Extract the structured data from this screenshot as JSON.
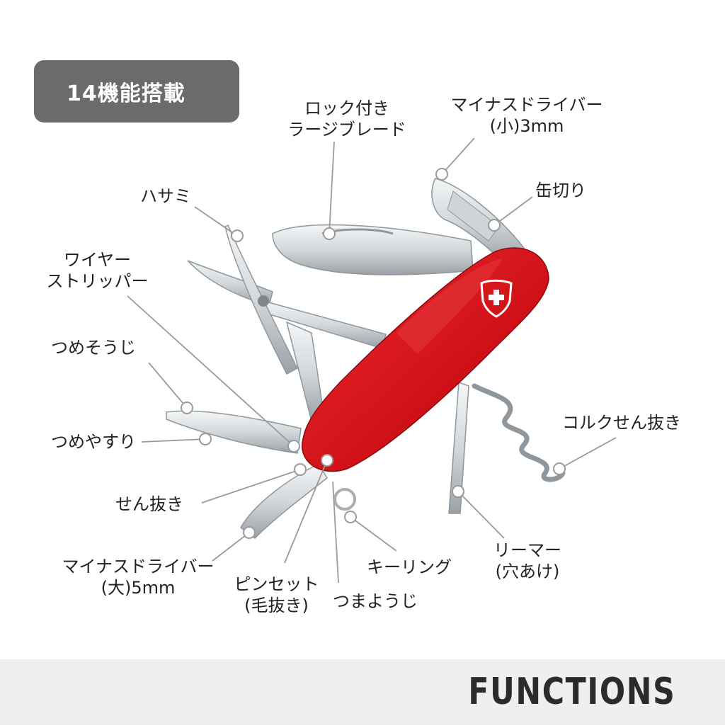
{
  "badge": {
    "text": "14機能搭載"
  },
  "colors": {
    "handle": "#d3141a",
    "handle_dark": "#a50d12",
    "steel": "#d8dde0",
    "steel_dark": "#8f979c",
    "leader": "#9a9a9a",
    "badge": "#6b6b6b"
  },
  "labels": {
    "large_blade": [
      "ロック付き",
      "ラージブレード"
    ],
    "small_screwdriver": [
      "マイナスドライバー",
      "(小)3mm"
    ],
    "can_opener": [
      "缶切り"
    ],
    "scissors": [
      "ハサミ"
    ],
    "wire_stripper": [
      "ワイヤー",
      "ストリッパー"
    ],
    "nail_cleaner": [
      "つめそうじ"
    ],
    "nail_file": [
      "つめやすり"
    ],
    "corkscrew": [
      "コルクせん抜き"
    ],
    "bottle_opener": [
      "せん抜き"
    ],
    "reamer": [
      "リーマー",
      "(穴あけ)"
    ],
    "key_ring": [
      "キーリング"
    ],
    "large_screwdriver": [
      "マイナスドライバー",
      "(大)5mm"
    ],
    "tweezers": [
      "ピンセット",
      "(毛抜き)"
    ],
    "toothpick": [
      "つまようじ"
    ]
  },
  "footer": {
    "title": "FUNCTIONS"
  }
}
